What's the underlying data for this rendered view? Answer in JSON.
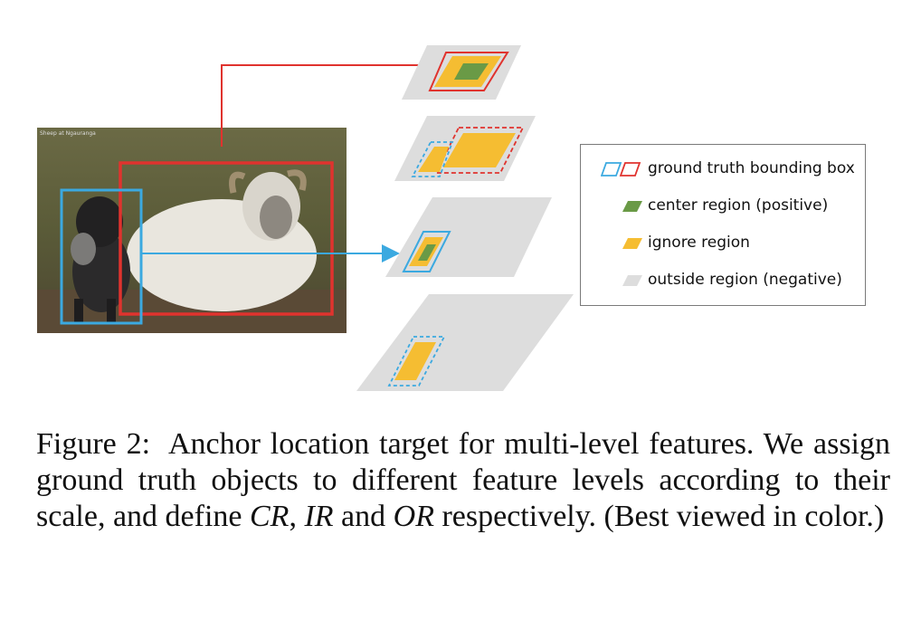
{
  "photo": {
    "watermark": "Sheep at Ngauranga"
  },
  "legend": {
    "items": [
      {
        "label": "ground truth bounding box",
        "icon": "bbox-outline-icon",
        "colors": [
          "#3ba9e0",
          "#e0332e"
        ]
      },
      {
        "label": "center region (positive)",
        "icon": "green-parallelogram-icon",
        "color": "#6a9a46"
      },
      {
        "label": "ignore region",
        "icon": "yellow-parallelogram-icon",
        "color": "#f5bd32"
      },
      {
        "label": "outside region (negative)",
        "icon": "gray-parallelogram-icon",
        "color": "#dddddd"
      }
    ]
  },
  "colors": {
    "red_box": "#e0332e",
    "blue_box": "#3ba9e0",
    "center": "#6a9a46",
    "ignore": "#f5bd32",
    "outside": "#dddddd"
  },
  "caption": {
    "label": "Figure 2:",
    "text_a": "Anchor location target for multi-level features. We assign ground truth objects to different feature levels according to their scale, and define",
    "cr": "CR",
    "comma": ",",
    "ir": "IR",
    "and": "and",
    "or": "OR",
    "text_b": "respectively. (Best viewed in color.)"
  }
}
